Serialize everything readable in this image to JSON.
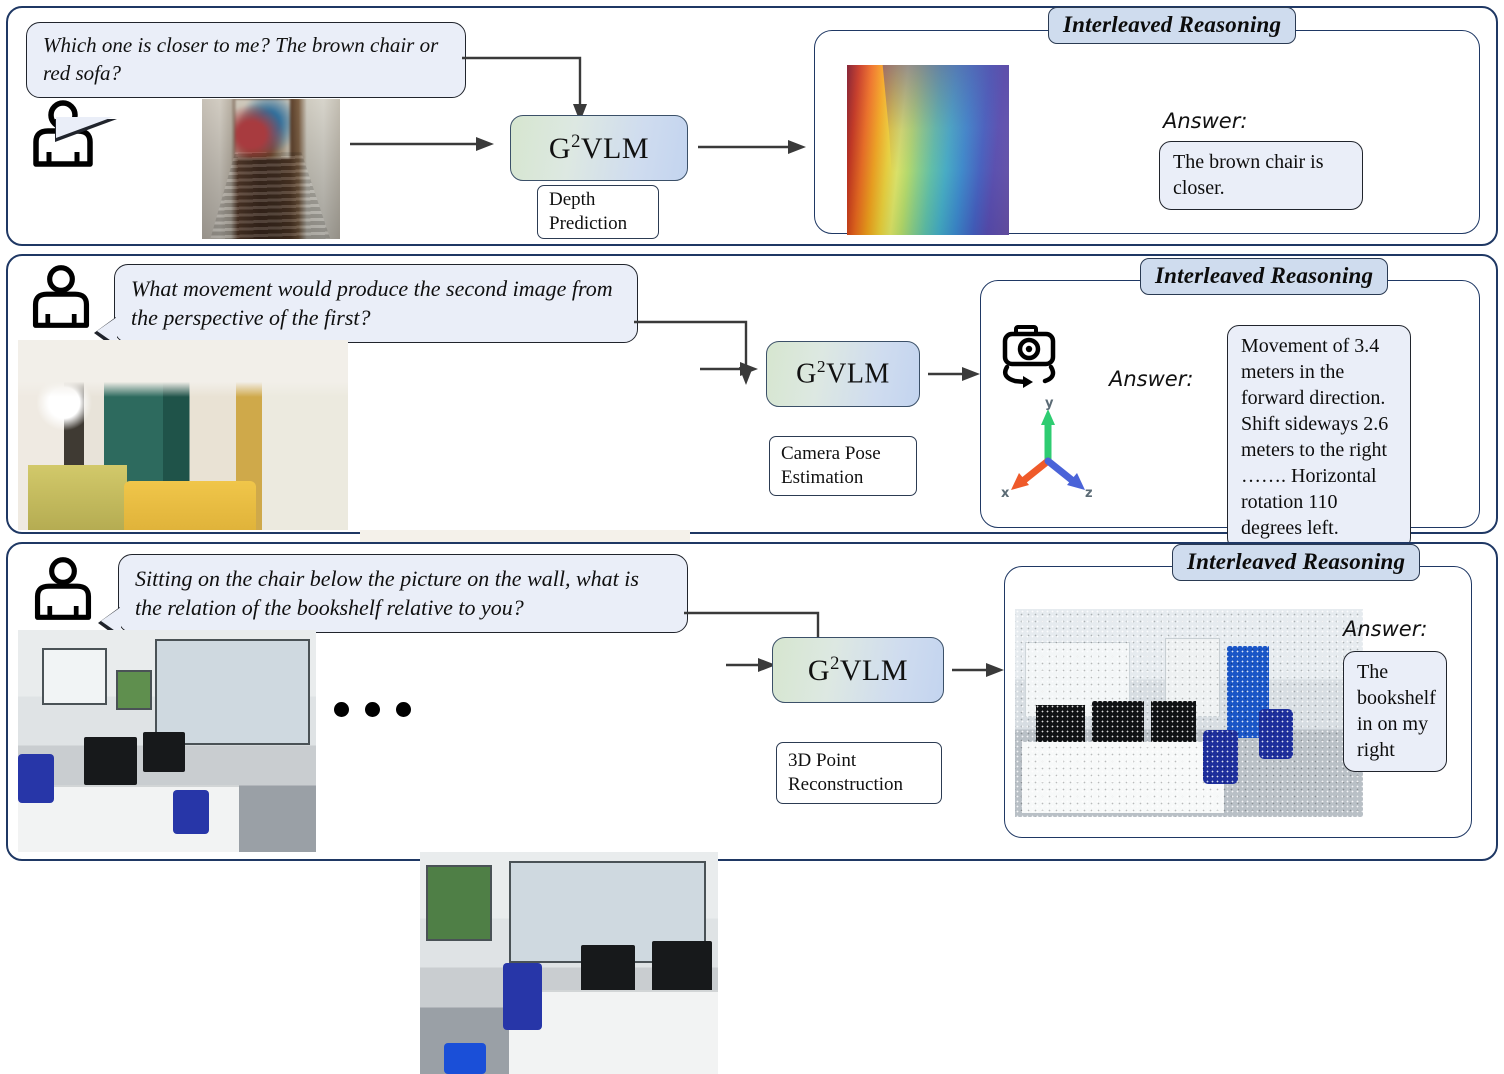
{
  "figure": {
    "model_name_prefix": "G",
    "model_name_sup": "2",
    "model_name_suffix": "VLM",
    "reasoning_chip_label": "Interleaved Reasoning",
    "answer_label": "Answer:",
    "colors": {
      "panel_border": "#1f3864",
      "bubble_fill": "#eaeef8",
      "chip_fill": "#cfdcee",
      "model_gradient_start": "#d6e6cf",
      "model_gradient_end": "#c3d4ef",
      "axis_x": "#ef5a2a",
      "axis_y": "#2ecc71",
      "axis_z": "#4a63d8",
      "arrow": "#3a3a3a"
    }
  },
  "rows": [
    {
      "id": "row-1",
      "user_icon": "person-icon",
      "question": "Which one is closer to me? The brown chair or red sofa?",
      "input_images": [
        "hallway-photo"
      ],
      "model_label": "G²VLM",
      "task_label": "Depth Prediction",
      "task_line1": "Depth",
      "task_line2": "Prediction",
      "reasoning_chip": "Interleaved Reasoning",
      "reasoning_visual": "depth-map",
      "answer_label": "Answer:",
      "answer_text": "The brown chair is closer."
    },
    {
      "id": "row-2",
      "user_icon": "person-icon",
      "question": "What movement would produce the second image from the perspective of the first?",
      "input_images": [
        "interior-render-1",
        "interior-render-2"
      ],
      "model_label": "G²VLM",
      "task_label": "Camera Pose Estimation",
      "task_line1": "Camera Pose",
      "task_line2": "Estimation",
      "reasoning_chip": "Interleaved Reasoning",
      "reasoning_visual": "camera-pose-icon",
      "axis_labels": {
        "x": "x",
        "y": "y",
        "z": "z"
      },
      "answer_label": "Answer:",
      "answer_text": "Movement of 3.4 meters in the forward direction. Shift sideways 2.6 meters to the right ……. Horizontal rotation 110 degrees left."
    },
    {
      "id": "row-3",
      "user_icon": "person-icon",
      "question": "Sitting on the chair below the picture on the wall, what is the relation of the bookshelf relative to you?",
      "input_images": [
        "office-photo-1",
        "office-photo-2"
      ],
      "ellipsis": "• • •",
      "model_label": "G²VLM",
      "task_label": "3D Point Reconstruction",
      "task_line1": "3D Point",
      "task_line2": "Reconstruction",
      "reasoning_chip": "Interleaved Reasoning",
      "reasoning_visual": "point-cloud-render",
      "answer_label": "Answer:",
      "answer_text": "The bookshelf in on my right"
    }
  ]
}
